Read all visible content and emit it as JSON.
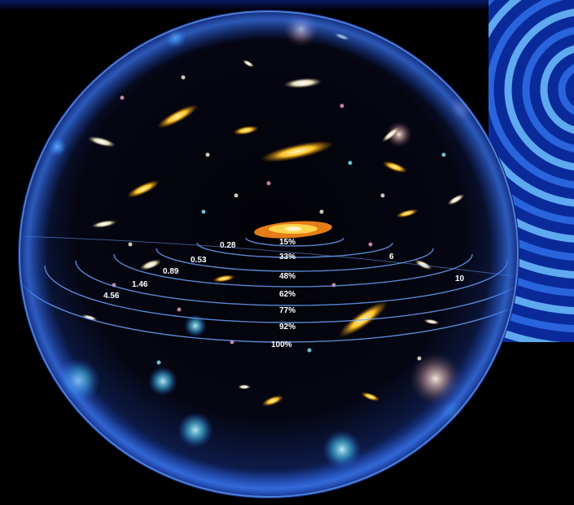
{
  "colors": {
    "background": "#000000",
    "sphere_rim": "#4a8fe0",
    "sphere_glow": "#1e4fd8",
    "ring_line": "#6fa8ff",
    "wave_band_light": "#6fc0ff",
    "wave_band_dark": "#0a2a9a",
    "galaxy_gold": "#ffc42a",
    "galaxy_orange": "#ff8a1a",
    "galaxy_white": "#f2ecd8",
    "galaxy_pink": "#e89ab4",
    "galaxy_cyan": "#7fe3f0"
  },
  "redshift_labels": [
    "0.28",
    "0.53",
    "0.89",
    "1.46",
    "4.56",
    "6",
    "10"
  ],
  "percent_labels": [
    "15%",
    "33%",
    "48%",
    "62%",
    "77%",
    "92%",
    "100%"
  ]
}
